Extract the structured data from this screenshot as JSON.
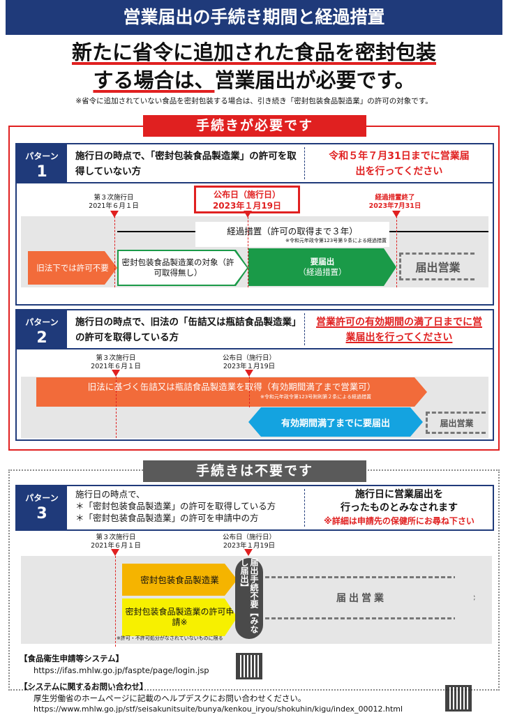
{
  "title": "営業届出の手続き期間と経過措置",
  "headline": {
    "line1": "新たに省令に追加された食品を密封包装",
    "line2_red": "する場合は、",
    "line2_rest": "営業届出が必要です。"
  },
  "note": "※省令に追加されていない食品を密封包装する場合は、引き続き「密封包装食品製造業」の許可の対象です。",
  "required_label": "手続きが必要です",
  "not_required_label": "手続きは不要です",
  "p1": {
    "tag": "パターン",
    "num": "1",
    "text": "施行日の時点で、「密封包装食品製造業」の許可を取得していない方",
    "right": "令和５年７月31日までに営業届出を行ってください",
    "d1": "第３次施行日",
    "d1b": "2021年６月１日",
    "d2": "公布日（施行日）",
    "d2b": "2023年１月19日",
    "d3": "経過措置終了",
    "d3b": "2023年7月31日",
    "span": "経過措置（許可の取得まで３年）",
    "span_note": "※令和元年政令第123号第９条による経過措置",
    "a1": "旧法下では許可不要",
    "a2": "密封包装食品製造業の対象（許可取得無し）",
    "a3a": "要届出",
    "a3b": "（経過措置）",
    "a4": "届出営業"
  },
  "p2": {
    "tag": "パターン",
    "num": "2",
    "text": "施行日の時点で、旧法の「缶詰又は瓶詰食品製造業」の許可を取得している方",
    "right": "営業許可の有効期間の満了日までに営業届出を行ってください",
    "d1": "第３次施行日",
    "d1b": "2021年６月１日",
    "d2": "公布日（施行日）",
    "d2b": "2023年１月19日",
    "a1": "旧法に基づく缶詰又は瓶詰食品製造業を取得（有効期間満了まで営業可）",
    "a1_note": "※令和元年政令第123号附則第２条による経過措置",
    "a2": "有効期間満了までに要届出",
    "a3": "届出営業"
  },
  "p3": {
    "tag": "パターン",
    "num": "3",
    "text1": "施行日の時点で、",
    "text2": "＊「密封包装食品製造業」の許可を取得している方",
    "text3": "＊「密封包装食品製造業」の許可を申請中の方",
    "right1": "施行日に営業届出を",
    "right2": "行ったものとみなされます",
    "right3": "※詳細は申請先の保健所にお尋ね下さい",
    "d1": "第３次施行日",
    "d1b": "2021年６月１日",
    "d2": "公布日（施行日）",
    "d2b": "2023年１月19日",
    "a1": "密封包装食品製造業",
    "a2": "密封包装食品製造業の許可申請※",
    "pill": "届出手続不要【みなし届出】",
    "a3": "届出営業",
    "note": "※許可・不許可処分がなされていないものに限る"
  },
  "footer": {
    "h1": "【食品衛生申請等システム】",
    "url1": "https://ifas.mhlw.go.jp/faspte/page/login.jsp",
    "h2": "【システムに関するお問い合わせ】",
    "text2": "厚生労働省のホームページに記載のヘルプデスクにお問い合わせください。",
    "url2": "https://www.mhlw.go.jp/stf/seisakunitsuite/bunya/kenkou_iryou/shokuhin/kigu/index_00012.html"
  }
}
